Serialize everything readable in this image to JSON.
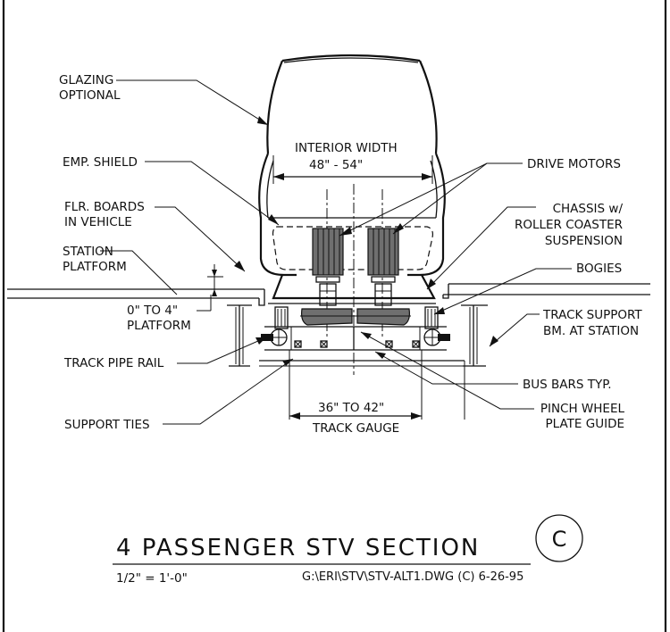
{
  "title": "4 PASSENGER STV SECTION",
  "scale": "1/2\" = 1'-0\"",
  "file_ref": "G:\\ERI\\STV\\STV-ALT1.DWG (C) 6-26-95",
  "section_badge": "C",
  "labels": {
    "glazing": [
      "GLAZING",
      "OPTIONAL"
    ],
    "emp_shield": "EMP. SHIELD",
    "floor_boards": [
      "FLR. BOARDS",
      "IN VEHICLE"
    ],
    "station_platform": [
      "STATION",
      "PLATFORM"
    ],
    "platform_height": [
      "0\" TO 4\"",
      "PLATFORM"
    ],
    "track_pipe_rail": "TRACK PIPE RAIL",
    "support_ties": "SUPPORT TIES",
    "interior_width": [
      "INTERIOR WIDTH",
      "48\" - 54\""
    ],
    "drive_motors": "DRIVE MOTORS",
    "chassis": [
      "CHASSIS w/",
      "ROLLER COASTER",
      "SUSPENSION"
    ],
    "bogies": "BOGIES",
    "track_support": [
      "TRACK SUPPORT",
      "BM. AT STATION"
    ],
    "bus_bars": "BUS BARS TYP.",
    "pinch_wheel": [
      "PINCH WHEEL",
      "PLATE GUIDE"
    ],
    "track_gauge": [
      "36\" TO 42\"",
      "TRACK GAUGE"
    ]
  }
}
